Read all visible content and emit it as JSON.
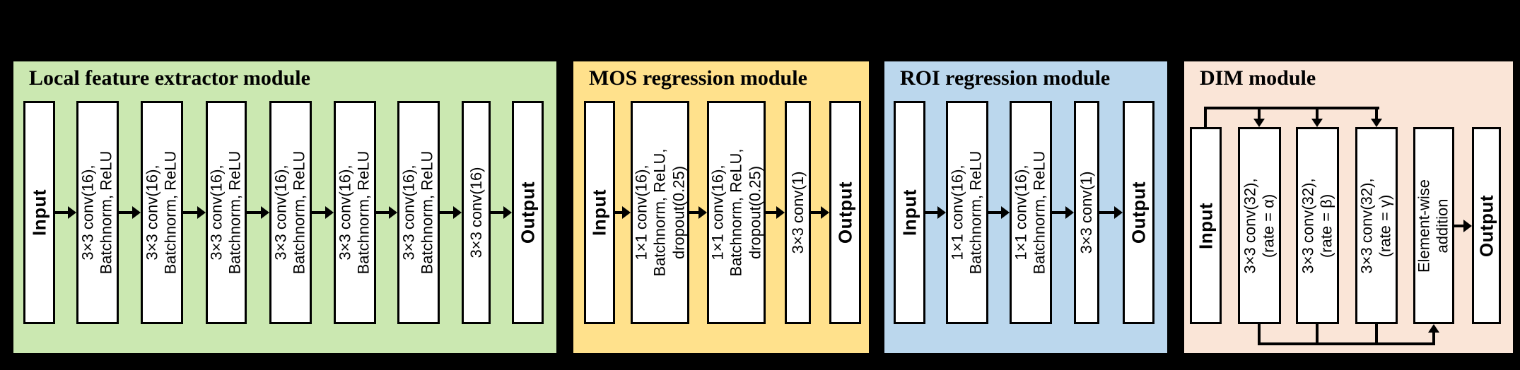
{
  "figure": {
    "type": "neural-network-architecture-diagram",
    "background_color": "#000000",
    "box_fill": "#FFFFFF",
    "line_color": "#000000"
  },
  "modules": [
    {
      "title": "Local feature extractor module",
      "bg": "#CBE8B1",
      "boxes": [
        {
          "label": "Input"
        },
        {
          "label": "3×3 conv(16),\nBatchnorm, ReLU"
        },
        {
          "label": "3×3 conv(16),\nBatchnorm, ReLU"
        },
        {
          "label": "3×3 conv(16),\nBatchnorm, ReLU"
        },
        {
          "label": "3×3 conv(16),\nBatchnorm, ReLU"
        },
        {
          "label": "3×3 conv(16),\nBatchnorm, ReLU"
        },
        {
          "label": "3×3 conv(16),\nBatchnorm, ReLU"
        },
        {
          "label": "3×3 conv(16)"
        },
        {
          "label": "Output"
        }
      ]
    },
    {
      "title": "MOS regression module",
      "bg": "#FFE18C",
      "boxes": [
        {
          "label": "Input"
        },
        {
          "label": "1×1 conv(16),\nBatchnorm, ReLU,\ndropout(0.25)"
        },
        {
          "label": "1×1 conv(16),\nBatchnorm, ReLU,\ndropout(0.25)"
        },
        {
          "label": "3×3 conv(1)"
        },
        {
          "label": "Output"
        }
      ]
    },
    {
      "title": "ROI regression module",
      "bg": "#BBD7ED",
      "boxes": [
        {
          "label": "Input"
        },
        {
          "label": "1×1 conv(16),\nBatchnorm, ReLU"
        },
        {
          "label": "1×1 conv(16),\nBatchnorm, ReLU"
        },
        {
          "label": "3×3 conv(1)"
        },
        {
          "label": "Output"
        }
      ]
    },
    {
      "title": "DIM module",
      "bg": "#FAE5D7",
      "boxes": [
        {
          "label": "Input"
        },
        {
          "label": "3×3 conv(32),\n(rate = α)"
        },
        {
          "label": "3×3 conv(32),\n(rate = β)"
        },
        {
          "label": "3×3 conv(32),\n(rate = γ)"
        },
        {
          "label": "Element-wise\naddition"
        },
        {
          "label": "Output"
        }
      ]
    }
  ]
}
